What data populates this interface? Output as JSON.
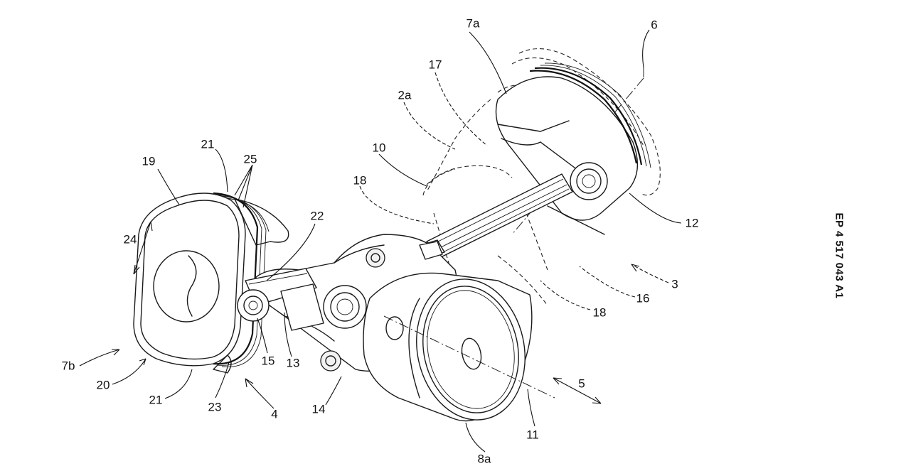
{
  "publication_number": "EP 4 517 043 A1",
  "labels": {
    "l7a": "7a",
    "l6": "6",
    "l17": "17",
    "l2a": "2a",
    "l10": "10",
    "l18a": "18",
    "l21a": "21",
    "l25": "25",
    "l19": "19",
    "l22": "22",
    "l24": "24",
    "l12": "12",
    "l3": "3",
    "l16": "16",
    "l18b": "18",
    "l7b": "7b",
    "l15": "15",
    "l13": "13",
    "l20": "20",
    "l21b": "21",
    "l23": "23",
    "l4": "4",
    "l14": "14",
    "l5": "5",
    "l11": "11",
    "l8a": "8a"
  }
}
